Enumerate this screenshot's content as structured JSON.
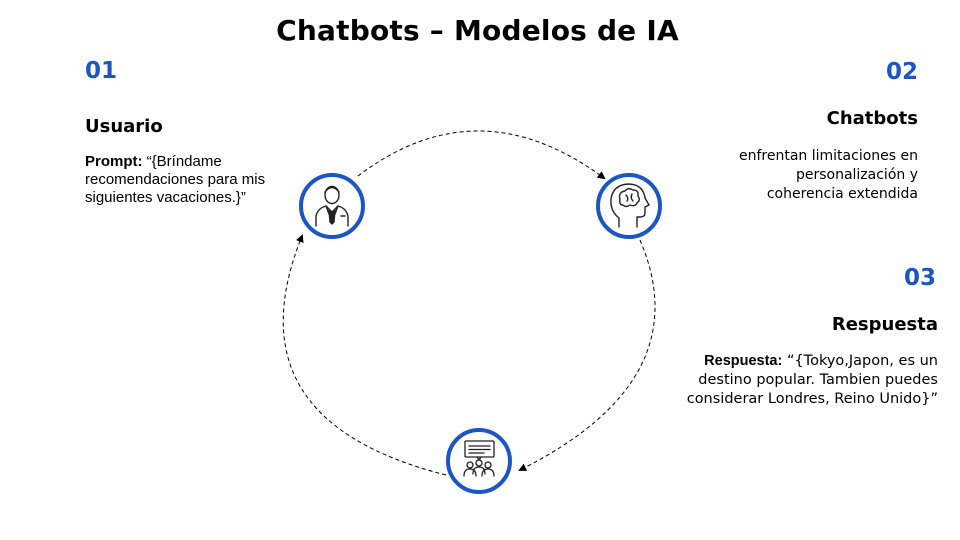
{
  "title": "Chatbots – Modelos de IA",
  "colors": {
    "accent": "#1b57c4",
    "text": "#000000",
    "background": "#ffffff"
  },
  "steps": [
    {
      "number": "01",
      "heading": "Usuario",
      "label": "Prompt:",
      "text_lines": [
        "“{Bríndame",
        "recomendaciones para mis",
        "siguientes vacaciones.}”"
      ],
      "icon": "businessman-icon"
    },
    {
      "number": "02",
      "heading": "Chatbots",
      "text_lines": [
        "enfrentan limitaciones en",
        "personalización y",
        "coherencia extendida"
      ],
      "icon": "brain-head-icon"
    },
    {
      "number": "03",
      "heading": "Respuesta",
      "label": "Respuesta:",
      "text_lines": [
        "“{Tokyo,Japon, es un",
        "destino popular. Tambien puedes",
        "considerar Londres, Reino Unido}”"
      ],
      "icon": "audience-presentation-icon"
    }
  ]
}
